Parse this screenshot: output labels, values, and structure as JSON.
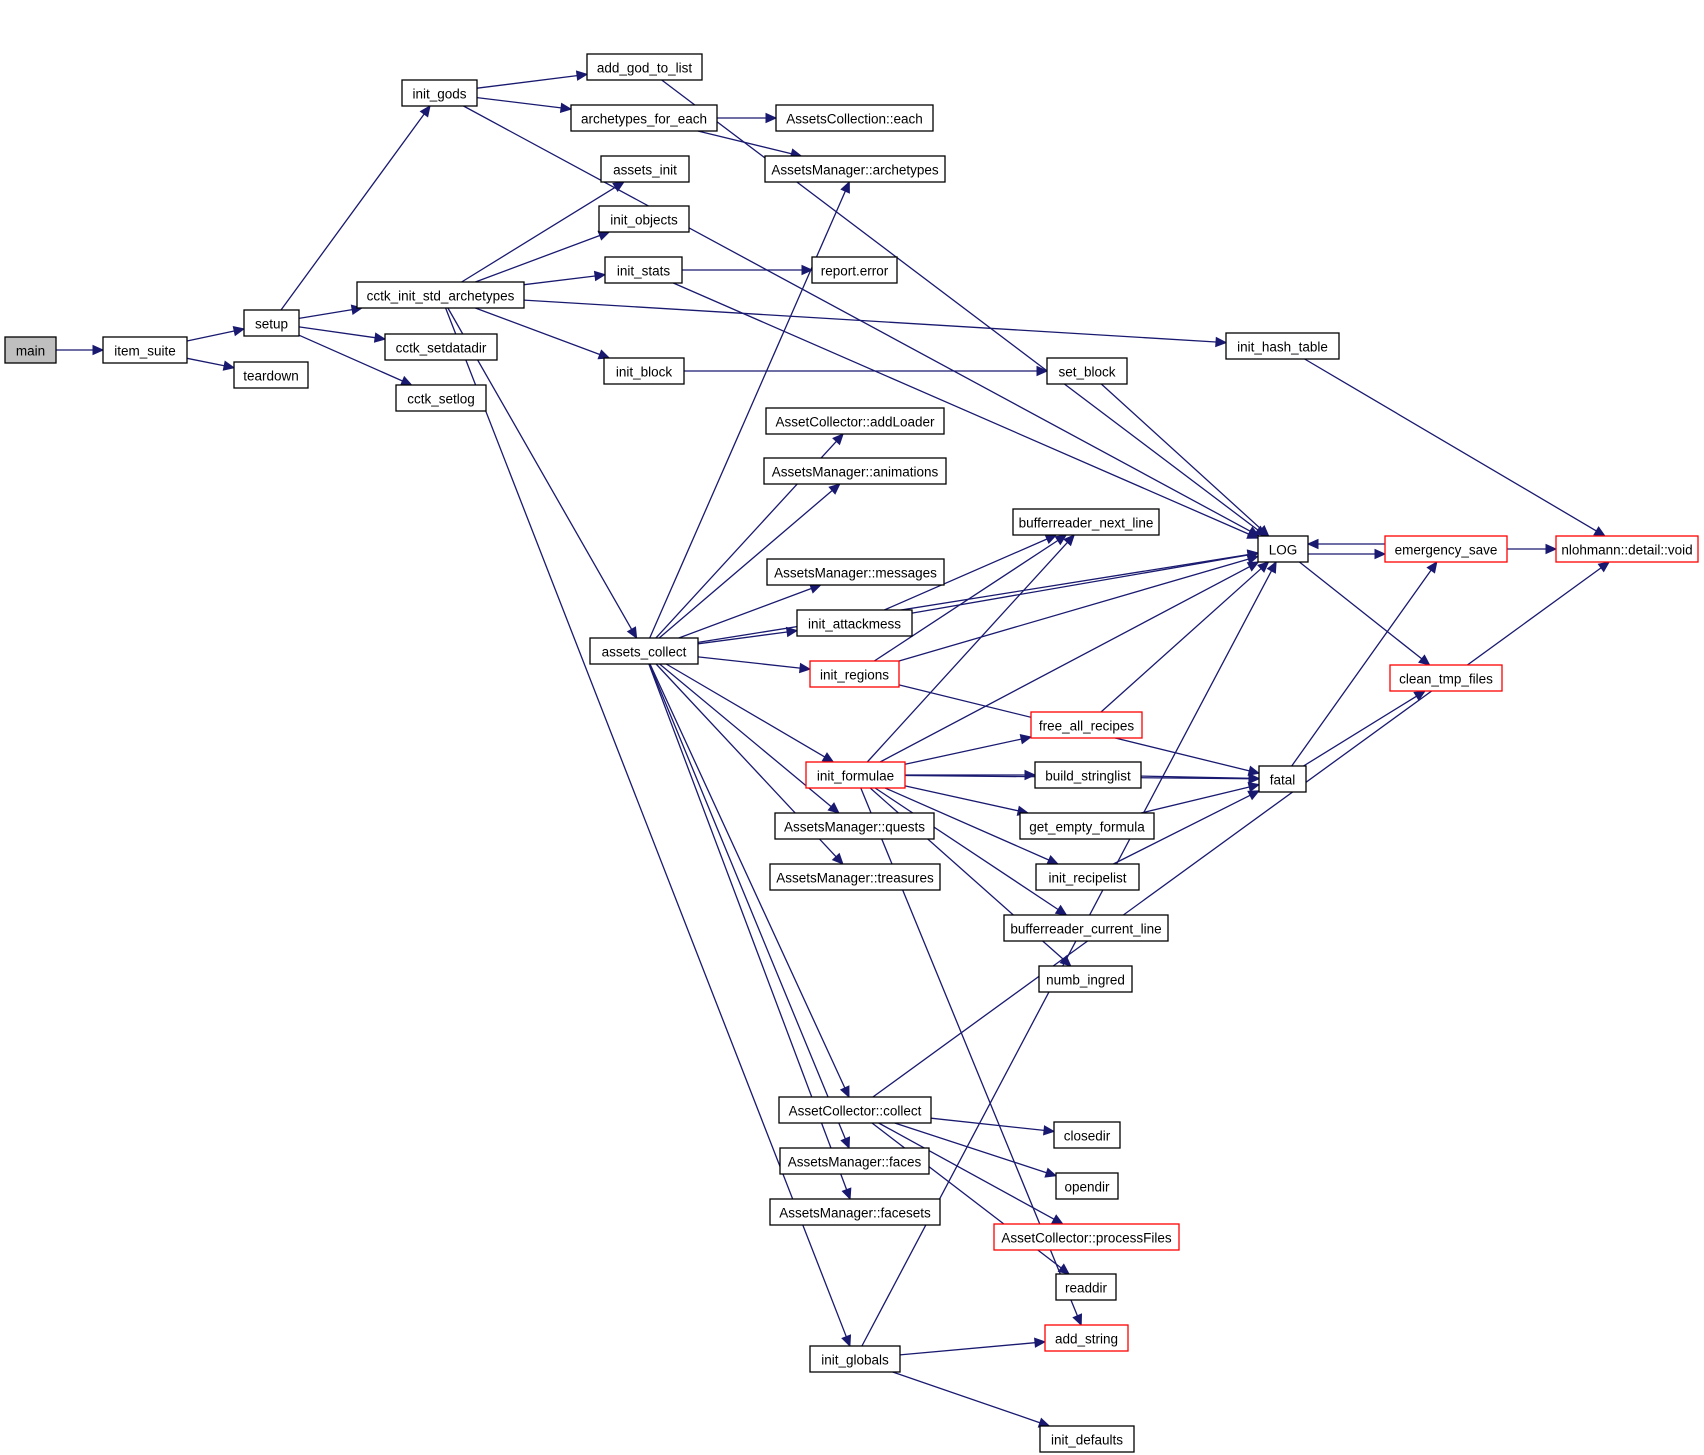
{
  "colors": {
    "edge": "#191970",
    "box_default": "#000000",
    "box_red": "#ff0000",
    "root_fill": "#bfbfbf",
    "fill": "#ffffff"
  },
  "nodes": [
    {
      "id": "main",
      "label": "main",
      "style": "root"
    },
    {
      "id": "item_suite",
      "label": "item_suite",
      "style": "default"
    },
    {
      "id": "setup",
      "label": "setup",
      "style": "default"
    },
    {
      "id": "teardown",
      "label": "teardown",
      "style": "default"
    },
    {
      "id": "init_gods",
      "label": "init_gods",
      "style": "default"
    },
    {
      "id": "cctk_init_std_archetypes",
      "label": "cctk_init_std_archetypes",
      "style": "default"
    },
    {
      "id": "cctk_setdatadir",
      "label": "cctk_setdatadir",
      "style": "default"
    },
    {
      "id": "cctk_setlog",
      "label": "cctk_setlog",
      "style": "default"
    },
    {
      "id": "add_god_to_list",
      "label": "add_god_to_list",
      "style": "default"
    },
    {
      "id": "archetypes_for_each",
      "label": "archetypes_for_each",
      "style": "default"
    },
    {
      "id": "assets_init",
      "label": "assets_init",
      "style": "default"
    },
    {
      "id": "init_objects",
      "label": "init_objects",
      "style": "default"
    },
    {
      "id": "init_stats",
      "label": "init_stats",
      "style": "default"
    },
    {
      "id": "init_block",
      "label": "init_block",
      "style": "default"
    },
    {
      "id": "assets_collect",
      "label": "assets_collect",
      "style": "default"
    },
    {
      "id": "init_globals",
      "label": "init_globals",
      "style": "default"
    },
    {
      "id": "ac_each",
      "label": "AssetsCollection::each",
      "style": "default"
    },
    {
      "id": "am_archetypes",
      "label": "AssetsManager::archetypes",
      "style": "default"
    },
    {
      "id": "report_error",
      "label": "report.error",
      "style": "default"
    },
    {
      "id": "set_block",
      "label": "set_block",
      "style": "default"
    },
    {
      "id": "ac_addloader",
      "label": "AssetCollector::addLoader",
      "style": "default"
    },
    {
      "id": "am_animations",
      "label": "AssetsManager::animations",
      "style": "default"
    },
    {
      "id": "am_messages",
      "label": "AssetsManager::messages",
      "style": "default"
    },
    {
      "id": "init_attackmess",
      "label": "init_attackmess",
      "style": "default"
    },
    {
      "id": "init_regions",
      "label": "init_regions",
      "style": "red"
    },
    {
      "id": "init_formulae",
      "label": "init_formulae",
      "style": "red"
    },
    {
      "id": "am_quests",
      "label": "AssetsManager::quests",
      "style": "default"
    },
    {
      "id": "am_treasures",
      "label": "AssetsManager::treasures",
      "style": "default"
    },
    {
      "id": "ac_collect",
      "label": "AssetCollector::collect",
      "style": "default"
    },
    {
      "id": "am_faces",
      "label": "AssetsManager::faces",
      "style": "default"
    },
    {
      "id": "am_facesets",
      "label": "AssetsManager::facesets",
      "style": "default"
    },
    {
      "id": "bufferreader_next_line",
      "label": "bufferreader_next_line",
      "style": "default"
    },
    {
      "id": "free_all_recipes",
      "label": "free_all_recipes",
      "style": "red"
    },
    {
      "id": "build_stringlist",
      "label": "build_stringlist",
      "style": "default"
    },
    {
      "id": "get_empty_formula",
      "label": "get_empty_formula",
      "style": "default"
    },
    {
      "id": "init_recipelist",
      "label": "init_recipelist",
      "style": "default"
    },
    {
      "id": "bufferreader_current_line",
      "label": "bufferreader_current_line",
      "style": "default"
    },
    {
      "id": "numb_ingred",
      "label": "numb_ingred",
      "style": "default"
    },
    {
      "id": "closedir",
      "label": "closedir",
      "style": "default"
    },
    {
      "id": "opendir",
      "label": "opendir",
      "style": "default"
    },
    {
      "id": "ac_processfiles",
      "label": "AssetCollector::processFiles",
      "style": "red"
    },
    {
      "id": "readdir",
      "label": "readdir",
      "style": "default"
    },
    {
      "id": "add_string",
      "label": "add_string",
      "style": "red"
    },
    {
      "id": "init_defaults",
      "label": "init_defaults",
      "style": "default"
    },
    {
      "id": "init_hash_table",
      "label": "init_hash_table",
      "style": "default"
    },
    {
      "id": "LOG",
      "label": "LOG",
      "style": "default"
    },
    {
      "id": "fatal",
      "label": "fatal",
      "style": "default"
    },
    {
      "id": "emergency_save",
      "label": "emergency_save",
      "style": "red"
    },
    {
      "id": "clean_tmp_files",
      "label": "clean_tmp_files",
      "style": "red"
    },
    {
      "id": "nlohmann_void",
      "label": "nlohmann::detail::void",
      "style": "red"
    }
  ],
  "edges": [
    {
      "from": "main",
      "to": "item_suite"
    },
    {
      "from": "item_suite",
      "to": "setup"
    },
    {
      "from": "item_suite",
      "to": "teardown"
    },
    {
      "from": "setup",
      "to": "init_gods"
    },
    {
      "from": "setup",
      "to": "cctk_init_std_archetypes"
    },
    {
      "from": "setup",
      "to": "cctk_setdatadir"
    },
    {
      "from": "setup",
      "to": "cctk_setlog"
    },
    {
      "from": "init_gods",
      "to": "add_god_to_list"
    },
    {
      "from": "init_gods",
      "to": "archetypes_for_each"
    },
    {
      "from": "init_gods",
      "to": "LOG"
    },
    {
      "from": "add_god_to_list",
      "to": "LOG"
    },
    {
      "from": "archetypes_for_each",
      "to": "ac_each"
    },
    {
      "from": "archetypes_for_each",
      "to": "am_archetypes"
    },
    {
      "from": "cctk_init_std_archetypes",
      "to": "assets_init"
    },
    {
      "from": "cctk_init_std_archetypes",
      "to": "init_objects"
    },
    {
      "from": "cctk_init_std_archetypes",
      "to": "init_stats"
    },
    {
      "from": "cctk_init_std_archetypes",
      "to": "init_hash_table"
    },
    {
      "from": "cctk_init_std_archetypes",
      "to": "init_block"
    },
    {
      "from": "cctk_init_std_archetypes",
      "to": "assets_collect"
    },
    {
      "from": "cctk_init_std_archetypes",
      "to": "init_globals"
    },
    {
      "from": "init_stats",
      "to": "report_error"
    },
    {
      "from": "init_stats",
      "to": "LOG"
    },
    {
      "from": "init_block",
      "to": "set_block"
    },
    {
      "from": "set_block",
      "to": "LOG"
    },
    {
      "from": "assets_collect",
      "to": "am_archetypes"
    },
    {
      "from": "assets_collect",
      "to": "ac_addloader"
    },
    {
      "from": "assets_collect",
      "to": "am_animations"
    },
    {
      "from": "assets_collect",
      "to": "am_messages"
    },
    {
      "from": "assets_collect",
      "to": "init_attackmess"
    },
    {
      "from": "assets_collect",
      "to": "init_regions"
    },
    {
      "from": "assets_collect",
      "to": "init_formulae"
    },
    {
      "from": "assets_collect",
      "to": "am_quests"
    },
    {
      "from": "assets_collect",
      "to": "am_treasures"
    },
    {
      "from": "assets_collect",
      "to": "ac_collect"
    },
    {
      "from": "assets_collect",
      "to": "am_faces"
    },
    {
      "from": "assets_collect",
      "to": "am_facesets"
    },
    {
      "from": "assets_collect",
      "to": "LOG"
    },
    {
      "from": "init_attackmess",
      "to": "bufferreader_next_line"
    },
    {
      "from": "init_attackmess",
      "to": "LOG"
    },
    {
      "from": "init_regions",
      "to": "bufferreader_next_line"
    },
    {
      "from": "init_regions",
      "to": "LOG"
    },
    {
      "from": "init_regions",
      "to": "fatal"
    },
    {
      "from": "init_formulae",
      "to": "bufferreader_next_line"
    },
    {
      "from": "init_formulae",
      "to": "free_all_recipes"
    },
    {
      "from": "init_formulae",
      "to": "build_stringlist"
    },
    {
      "from": "init_formulae",
      "to": "get_empty_formula"
    },
    {
      "from": "init_formulae",
      "to": "init_recipelist"
    },
    {
      "from": "init_formulae",
      "to": "bufferreader_current_line"
    },
    {
      "from": "init_formulae",
      "to": "numb_ingred"
    },
    {
      "from": "init_formulae",
      "to": "add_string"
    },
    {
      "from": "init_formulae",
      "to": "LOG"
    },
    {
      "from": "init_formulae",
      "to": "fatal"
    },
    {
      "from": "free_all_recipes",
      "to": "LOG"
    },
    {
      "from": "build_stringlist",
      "to": "fatal"
    },
    {
      "from": "get_empty_formula",
      "to": "fatal"
    },
    {
      "from": "init_recipelist",
      "to": "fatal"
    },
    {
      "from": "ac_collect",
      "to": "closedir"
    },
    {
      "from": "ac_collect",
      "to": "opendir"
    },
    {
      "from": "ac_collect",
      "to": "ac_processfiles"
    },
    {
      "from": "ac_collect",
      "to": "readdir"
    },
    {
      "from": "ac_collect",
      "to": "nlohmann_void"
    },
    {
      "from": "init_globals",
      "to": "add_string"
    },
    {
      "from": "init_globals",
      "to": "init_defaults"
    },
    {
      "from": "init_globals",
      "to": "LOG"
    },
    {
      "from": "init_hash_table",
      "to": "nlohmann_void"
    },
    {
      "from": "LOG",
      "to": "emergency_save"
    },
    {
      "from": "LOG",
      "to": "clean_tmp_files"
    },
    {
      "from": "emergency_save",
      "to": "LOG"
    },
    {
      "from": "emergency_save",
      "to": "nlohmann_void"
    },
    {
      "from": "fatal",
      "to": "emergency_save"
    },
    {
      "from": "fatal",
      "to": "clean_tmp_files"
    }
  ]
}
